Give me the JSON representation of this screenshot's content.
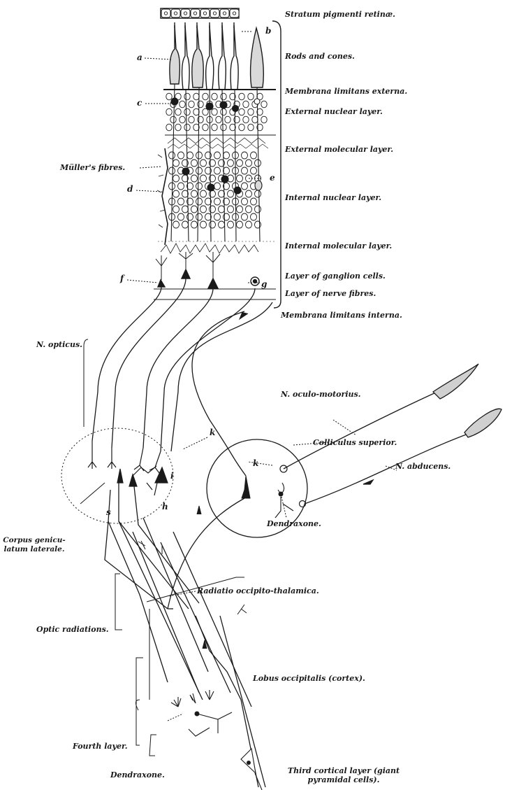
{
  "labels": {
    "stratum_pigmenti": "Stratum pigmenti retinæ.",
    "rods_cones": "Rods and cones.",
    "membrana_ext": "Membrana limitans externa.",
    "external_nuclear": "External nuclear layer.",
    "external_molecular": "External molecular layer.",
    "internal_nuclear": "Internal nuclear layer.",
    "internal_molecular": "Internal molecular layer.",
    "ganglion": "Layer of ganglion cells.",
    "nerve_fibres": "Layer of nerve fibres.",
    "membrana_int": "Membrana limitans interna.",
    "muller": "Müller's fibres.",
    "opticus": "N. opticus.",
    "oculomotorius": "N. oculo-motorius.",
    "colliculus": "Colliculus superior.",
    "abducens": "N. abducens.",
    "corpus_line1": "Corpus genicu-",
    "corpus_line2": "latum laterale.",
    "dendraxone_1": "Dendraxone.",
    "radiatio": "Radiatio occipito-thalamica.",
    "optic_radiations": "Optic radiations.",
    "lobus": "Lobus occipitalis (cortex).",
    "fourth_layer": "Fourth layer.",
    "dendraxone_2": "Dendraxone.",
    "third_line1": "Third cortical layer (giant",
    "third_line2": "pyramidal cells)."
  },
  "letters": {
    "a": "a",
    "b": "b",
    "c": "c",
    "d": "d",
    "e": "e",
    "f": "f",
    "g": "g",
    "h": "h",
    "i": "i",
    "k": "k",
    "k2": "k",
    "s": "s"
  },
  "colors": {
    "ink": "#1a1a1a",
    "paper": "#ffffff",
    "shade": "#d9d9d9"
  }
}
